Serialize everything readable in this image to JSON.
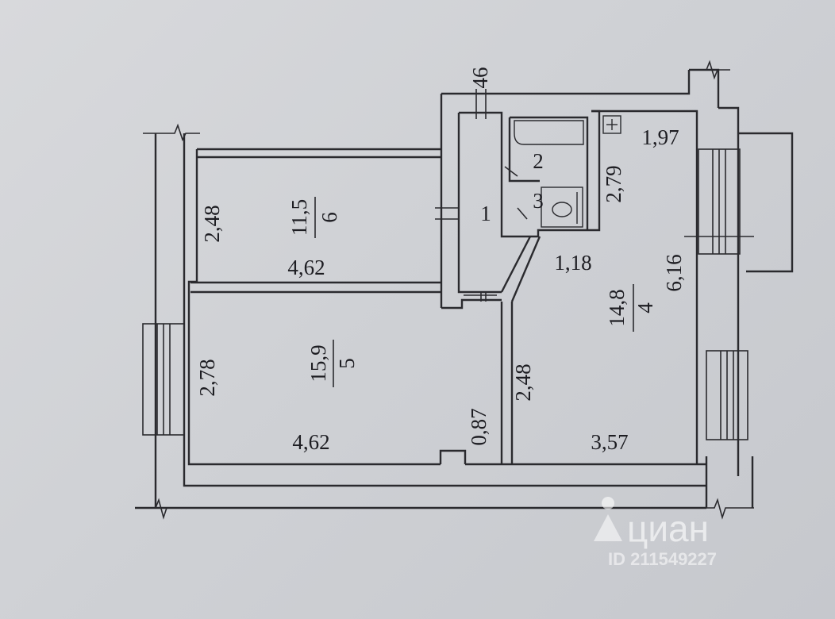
{
  "labels": {
    "hall_num": "1",
    "bath_num": "2",
    "wc_num": "3",
    "kitchen_num": "4",
    "kitchen_area": "14,8",
    "big_room_num": "5",
    "big_room_area": "15,9",
    "small_room_num": "6",
    "small_room_area": "11,5",
    "small_room_width": "4,62",
    "small_room_depth": "2,48",
    "big_room_width": "4,62",
    "big_room_depth": "2,78",
    "corridor_len": "0,87",
    "kitchen_side": "2,48",
    "kitchen_width": "3,57",
    "kitchen_depth": "6,16",
    "bath_dim": "2,79",
    "hall_dim": "1,18",
    "top_right_dim": "1,97",
    "top_dim": "46"
  },
  "watermark": {
    "brand": "циан",
    "id": "ID 211549227"
  }
}
